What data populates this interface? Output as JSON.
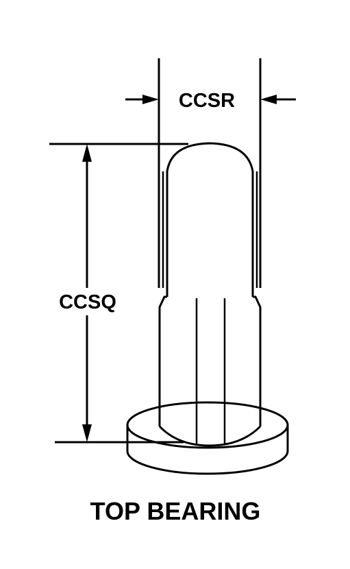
{
  "diagram": {
    "dimensions": [
      {
        "id": "width",
        "label": "CCSR"
      },
      {
        "id": "height",
        "label": "CCSQ"
      }
    ],
    "caption": "TOP BEARING"
  },
  "colors": {
    "line": "#000000",
    "background": "#ffffff"
  }
}
